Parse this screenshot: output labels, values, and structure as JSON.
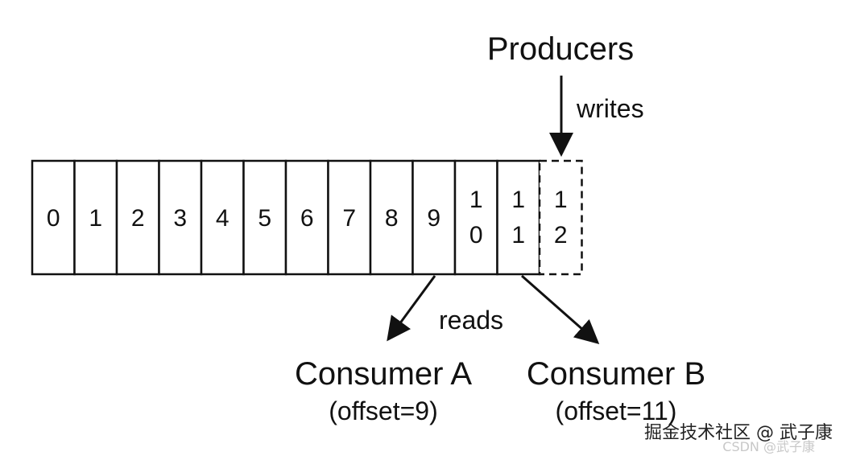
{
  "producers": {
    "label": "Producers",
    "action": "writes"
  },
  "log": {
    "cells": [
      {
        "top": "0",
        "bottom": "",
        "pending": false
      },
      {
        "top": "1",
        "bottom": "",
        "pending": false
      },
      {
        "top": "2",
        "bottom": "",
        "pending": false
      },
      {
        "top": "3",
        "bottom": "",
        "pending": false
      },
      {
        "top": "4",
        "bottom": "",
        "pending": false
      },
      {
        "top": "5",
        "bottom": "",
        "pending": false
      },
      {
        "top": "6",
        "bottom": "",
        "pending": false
      },
      {
        "top": "7",
        "bottom": "",
        "pending": false
      },
      {
        "top": "8",
        "bottom": "",
        "pending": false
      },
      {
        "top": "9",
        "bottom": "",
        "pending": false
      },
      {
        "top": "1",
        "bottom": "0",
        "pending": false
      },
      {
        "top": "1",
        "bottom": "1",
        "pending": false
      },
      {
        "top": "1",
        "bottom": "2",
        "pending": true
      }
    ]
  },
  "reads_label": "reads",
  "consumers": [
    {
      "name": "Consumer A",
      "offset": "(offset=9)"
    },
    {
      "name": "Consumer B",
      "offset": "(offset=11)"
    }
  ],
  "watermark": {
    "main": "掘金技术社区 @ 武子康",
    "sub": "CSDN @武子康"
  }
}
